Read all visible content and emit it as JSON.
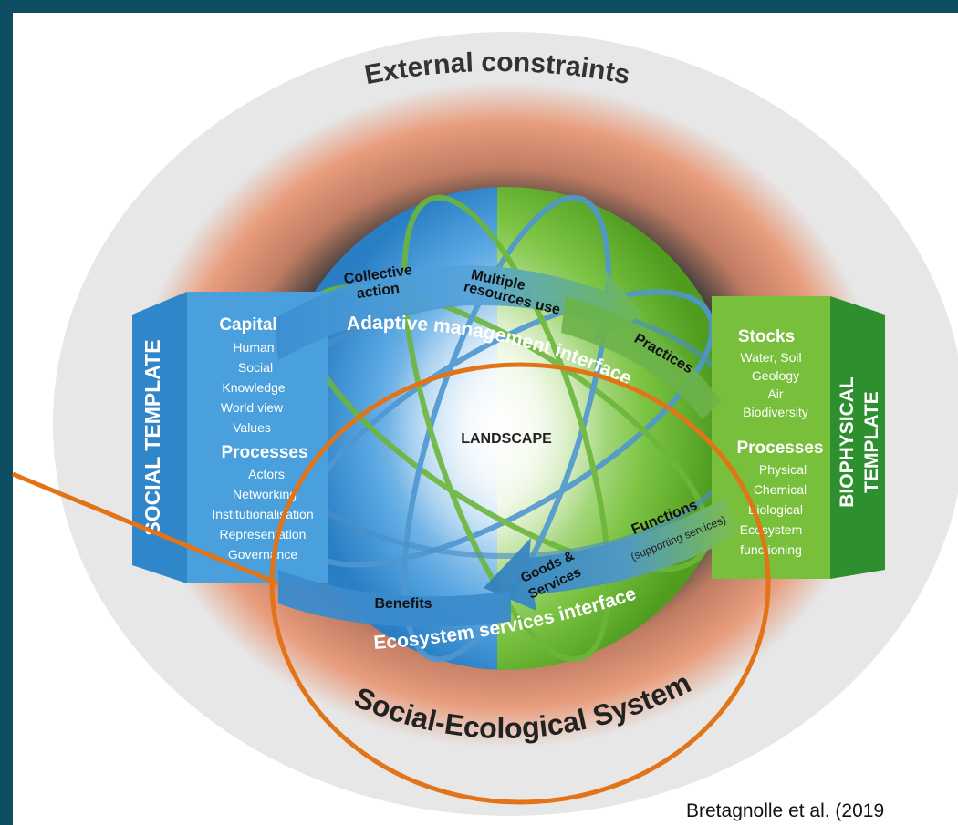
{
  "external_constraints": "External constraints",
  "social_template": {
    "title": "SOCIAL TEMPLATE",
    "capital_heading": "Capital",
    "capital_items": [
      "Human",
      "Social",
      "Knowledge",
      "World view",
      "Values"
    ],
    "processes_heading": "Processes",
    "processes_items": [
      "Actors",
      "Networking",
      "Institutionalisation",
      "Representation",
      "Governance"
    ]
  },
  "biophysical_template": {
    "title_line1": "BIOPHYSICAL",
    "title_line2": "TEMPLATE",
    "stocks_heading": "Stocks",
    "stocks_items": [
      "Water, Soil",
      "Geology",
      "Air",
      "Biodiversity"
    ],
    "processes_heading": "Processes",
    "processes_items": [
      "Physical",
      "Chemical",
      "Biological",
      "Ecosystem",
      "functioning"
    ]
  },
  "top_arrow": {
    "collective_line1": "Collective",
    "collective_line2": "action",
    "multiple_line1": "Multiple",
    "multiple_line2": "resources use",
    "practices": "Practices",
    "interface": "Adaptive management interface"
  },
  "bottom_arrow": {
    "benefits": "Benefits",
    "goods_line1": "Goods &",
    "goods_line2": "Services",
    "functions": "Functions",
    "functions_sub": "(supporting services)",
    "interface": "Ecosystem services interface"
  },
  "landscape": "LANDSCAPE",
  "system_label": "Social-Ecological System",
  "citation": "Bretagnolle et al. (2019",
  "colors": {
    "frame": "#0e4d63",
    "social_blue": "#3f93d3",
    "biophysical_green": "#69b52f",
    "highlight_orange": "#e27417",
    "halo": "#e59a7a",
    "outer_grey": "#e6e6e6"
  }
}
